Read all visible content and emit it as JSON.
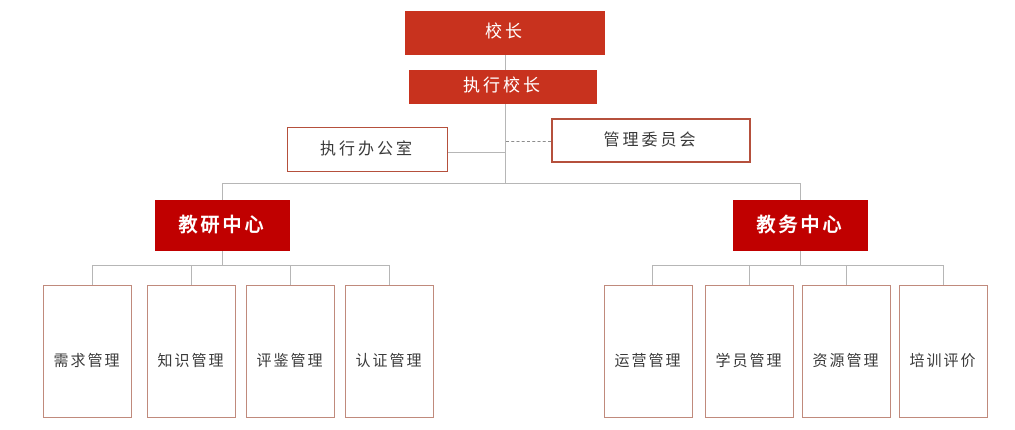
{
  "chart": {
    "title": "",
    "type": "organization-chart",
    "palette": {
      "top_fill": "#c8321e",
      "center_fill": "#c00000",
      "outline_border": "#b5503c",
      "leaf_border": "#c08a7c",
      "connector": "#b6b6b6",
      "dashed_connector": "#8d8d8d",
      "text_on_red": "#ffffff",
      "text_dark": "#3a3a3a",
      "background": "#ffffff"
    }
  },
  "nodes": {
    "principal": {
      "label": "校长"
    },
    "executive_principal": {
      "label": "执行校长"
    },
    "executive_office": {
      "label": "执行办公室"
    },
    "management_committee": {
      "label": "管理委员会"
    },
    "research_center": {
      "label": "教研中心"
    },
    "academic_center": {
      "label": "教务中心"
    }
  },
  "research_children": [
    {
      "label": "需求管理"
    },
    {
      "label": "知识管理"
    },
    {
      "label": "评鉴管理"
    },
    {
      "label": "认证管理"
    }
  ],
  "academic_children": [
    {
      "label": "运营管理"
    },
    {
      "label": "学员管理"
    },
    {
      "label": "资源管理"
    },
    {
      "label": "培训评价"
    }
  ]
}
